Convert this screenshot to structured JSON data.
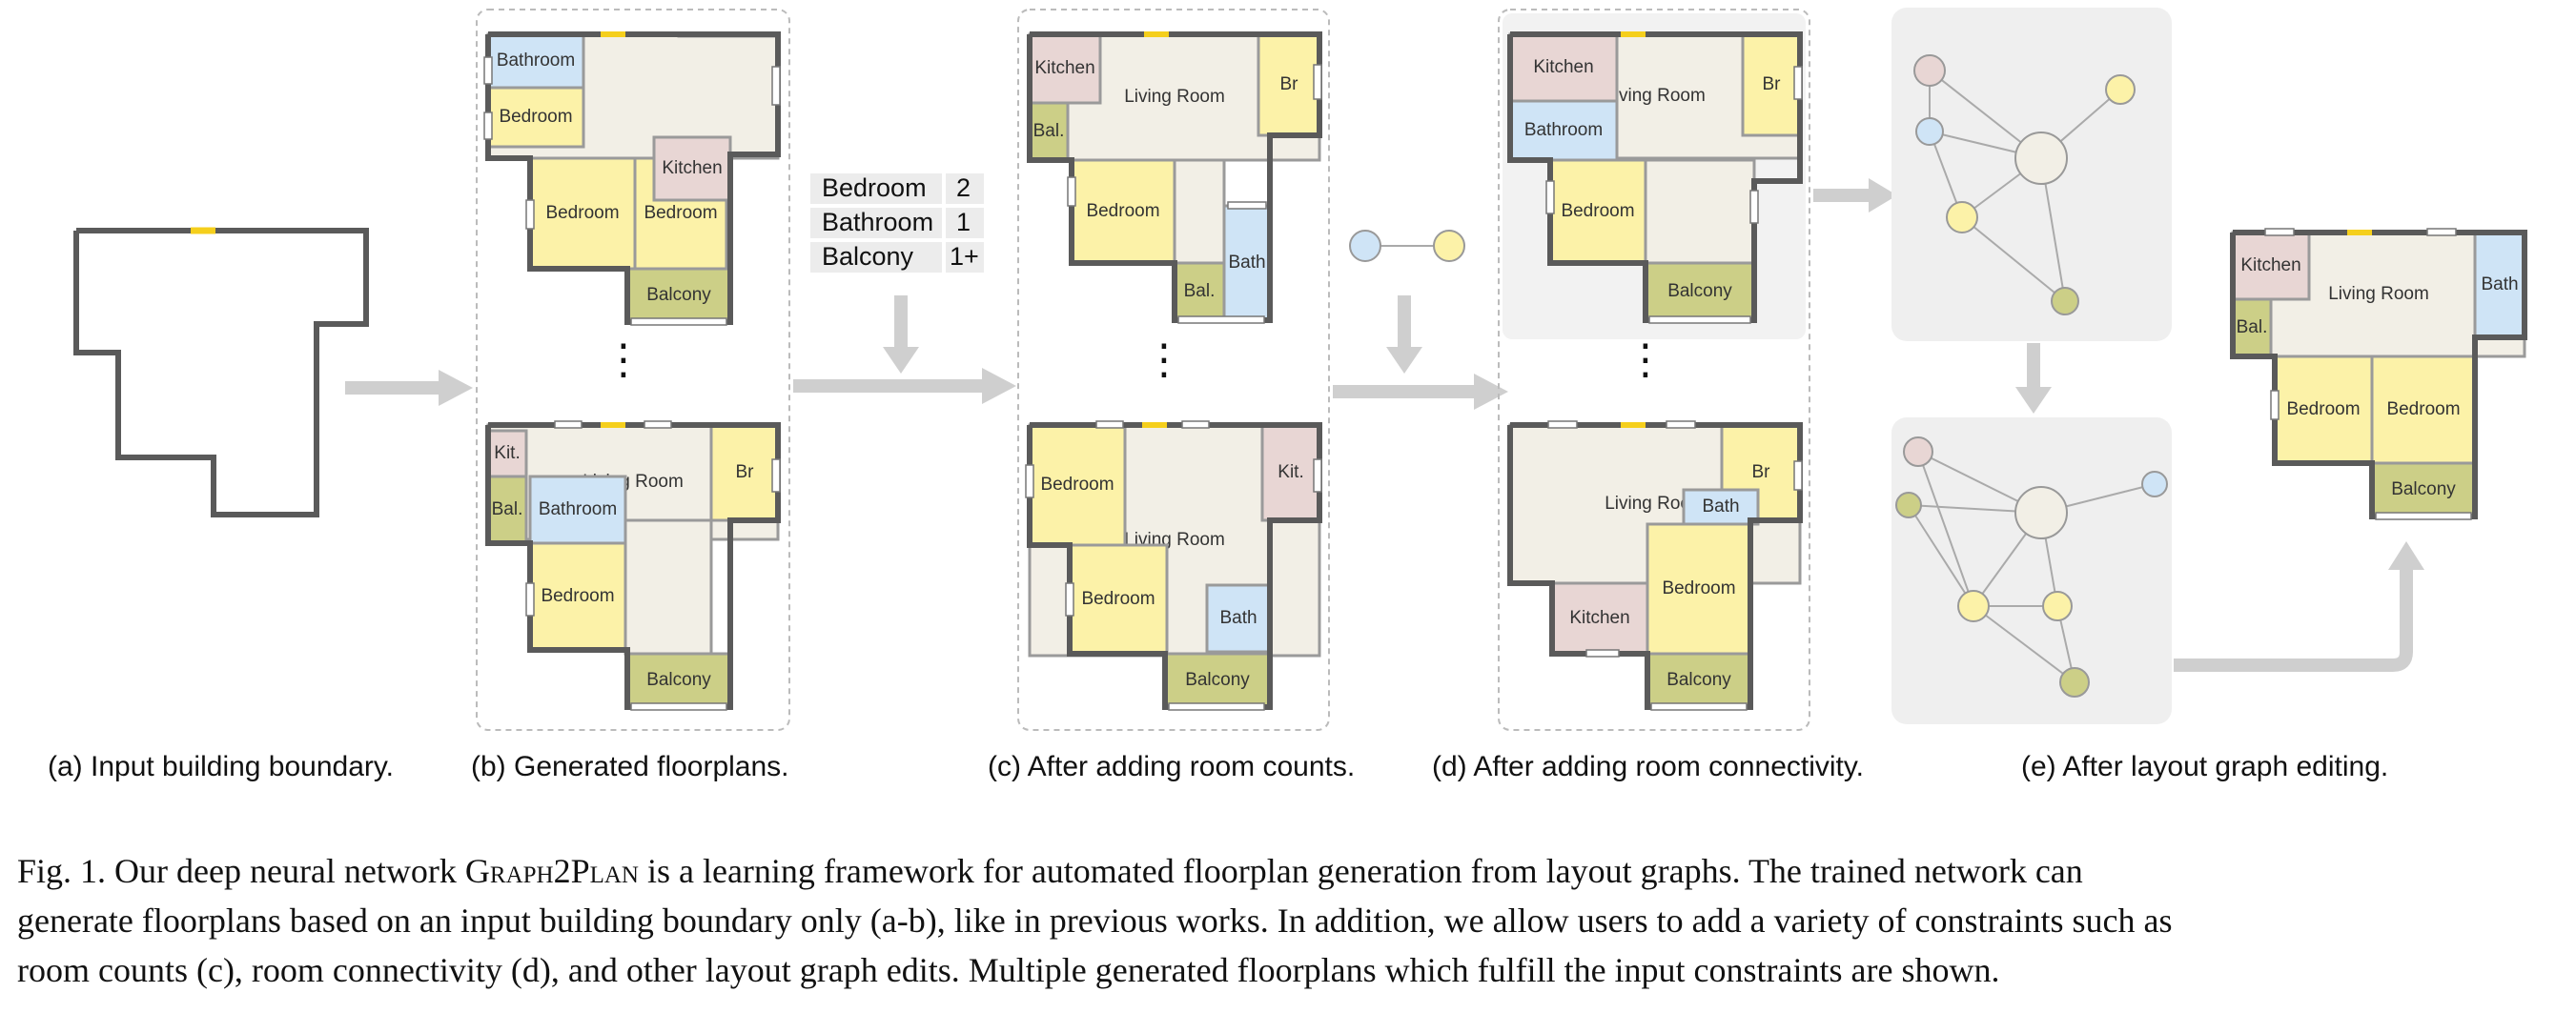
{
  "room_labels": {
    "living": "Living Room",
    "bathroom": "Bathroom",
    "bedroom": "Bedroom",
    "kitchen": "Kitchen",
    "balcony": "Balcony",
    "br": "Br",
    "bal": "Bal.",
    "kit": "Kit.",
    "bath": "Bath"
  },
  "ellipsis": "⋮",
  "room_counts_table": [
    {
      "label": "Bedroom",
      "value": "2"
    },
    {
      "label": "Bathroom",
      "value": "1"
    },
    {
      "label": "Balcony",
      "value": "1+"
    }
  ],
  "colors": {
    "living": "#f2efe6",
    "bedroom": "#fcf2a8",
    "bathroom": "#cfe4f6",
    "kitchen": "#e8d6d4",
    "balcony": "#cccf87",
    "wall": "#5a5a5a",
    "door": "#f5cf1c",
    "arrow": "#cfcfcf"
  },
  "panel_captions": {
    "a": "(a) Input building boundary.",
    "b": "(b) Generated floorplans.",
    "c": "(c) After adding room counts.",
    "d": "(d) After adding room connectivity.",
    "e": "(e) After layout graph editing."
  },
  "figure_caption": {
    "prefix": "Fig. 1.  Our deep neural network ",
    "name": "Graph2Plan",
    "line1_rest": " is a learning framework for automated floorplan generation from layout graphs. The trained network can",
    "line2": "generate floorplans based on an input building boundary only (a-b), like in previous works. In addition, we allow users to add a variety of constraints such as",
    "line3": "room counts (c), room connectivity (d), and other layout graph edits. Multiple generated floorplans which fulfill the input constraints are shown."
  }
}
